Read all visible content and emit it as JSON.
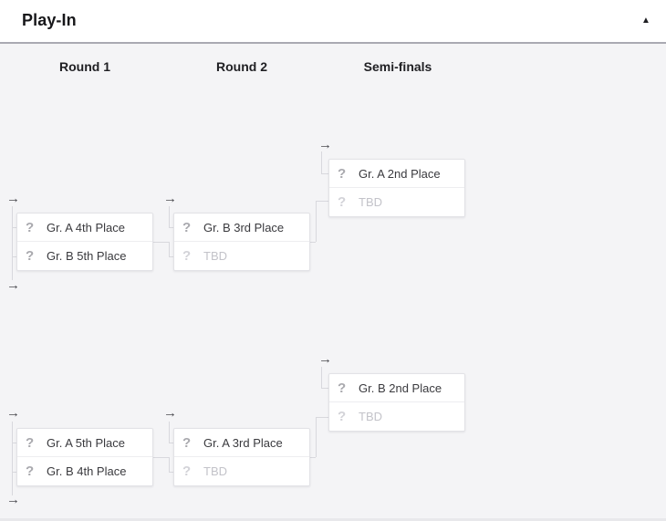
{
  "header": {
    "title": "Play-In"
  },
  "columns": [
    {
      "label": "Round 1"
    },
    {
      "label": "Round 2"
    },
    {
      "label": "Semi-finals"
    }
  ],
  "icons": {
    "placeholder": "?",
    "collapse": "▲",
    "seed_arrow": "→"
  },
  "matches": [
    {
      "round": "Round 1",
      "slots": [
        {
          "name": "Gr. A 4th Place",
          "tbd": false
        },
        {
          "name": "Gr. B 5th Place",
          "tbd": false
        }
      ]
    },
    {
      "round": "Round 2",
      "slots": [
        {
          "name": "Gr. B 3rd Place",
          "tbd": false
        },
        {
          "name": "TBD",
          "tbd": true
        }
      ]
    },
    {
      "round": "Semi-finals",
      "slots": [
        {
          "name": "Gr. A 2nd Place",
          "tbd": false
        },
        {
          "name": "TBD",
          "tbd": true
        }
      ]
    },
    {
      "round": "Round 1",
      "slots": [
        {
          "name": "Gr. A 5th Place",
          "tbd": false
        },
        {
          "name": "Gr. B 4th Place",
          "tbd": false
        }
      ]
    },
    {
      "round": "Round 2",
      "slots": [
        {
          "name": "Gr. A 3rd Place",
          "tbd": false
        },
        {
          "name": "TBD",
          "tbd": true
        }
      ]
    },
    {
      "round": "Semi-finals",
      "slots": [
        {
          "name": "Gr. B 2nd Place",
          "tbd": false
        },
        {
          "name": "TBD",
          "tbd": true
        }
      ]
    }
  ],
  "colors": {
    "canvas_bg": "#f4f4f6",
    "card_bg": "#ffffff",
    "card_border": "#e2e2e6",
    "connector": "#d8d8dd",
    "header_border": "#a9a9b2",
    "team_text": "#3a3a3e",
    "tbd_text": "#c3c3c9"
  }
}
